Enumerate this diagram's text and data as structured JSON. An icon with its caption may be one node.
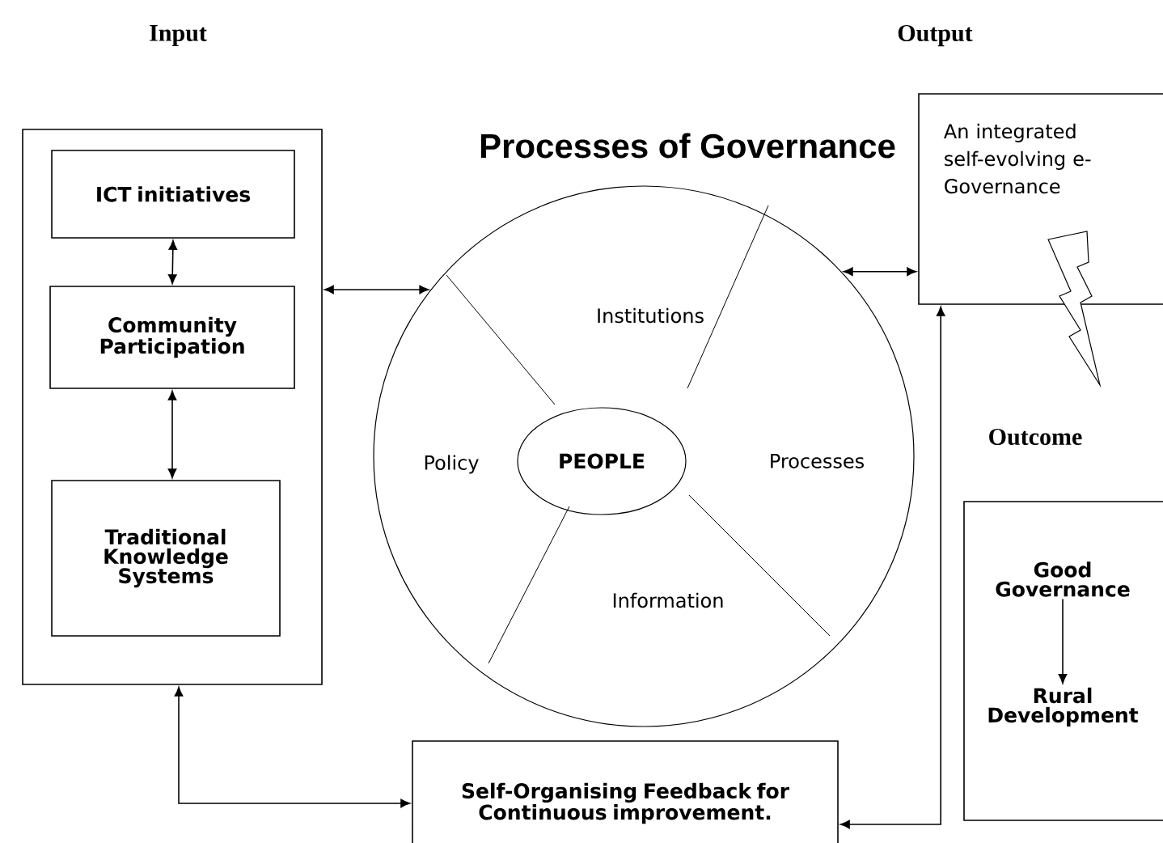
{
  "diagram": {
    "nodes": [
      {
        "text": [
          "Input"
        ]
      },
      {
        "text": [
          "ICT initiatives"
        ],
        "in": 0
      },
      {
        "text": [
          "Community Participation"
        ],
        "in": 0
      },
      {
        "text": [
          "Traditional Knowledge Systems"
        ],
        "in": 0
      },
      {
        "text": [
          "Processes of Governance"
        ]
      },
      {
        "text": [
          "PEOPLE"
        ],
        "in": 4
      },
      {
        "text": [
          "Output",
          "An integrated self-evolving e-Governance"
        ]
      },
      {
        "text": [
          "Outcome"
        ]
      },
      {
        "text": [
          "Good Governance"
        ],
        "in": 7
      },
      {
        "text": [
          "Rural Development"
        ],
        "in": 7
      },
      {
        "text": [
          "Self-Organising Feedback for Continuous improvement."
        ]
      }
    ],
    "edges": [
      {
        "from": 1,
        "to": 2,
        "arrow": "both"
      },
      {
        "from": 2,
        "to": 3,
        "arrow": "both"
      },
      {
        "from": 0,
        "to": 4,
        "arrow": "both"
      },
      {
        "from": 4,
        "to": 6,
        "arrow": "both"
      },
      {
        "from": 0,
        "to": 10,
        "arrow": "both"
      },
      {
        "from": 10,
        "to": 6,
        "arrow": "both"
      },
      {
        "from": 8,
        "to": 9,
        "arrow": "to"
      }
    ],
    "labels": [
      "Institutions",
      "Policy",
      "Processes",
      "Information"
    ]
  }
}
